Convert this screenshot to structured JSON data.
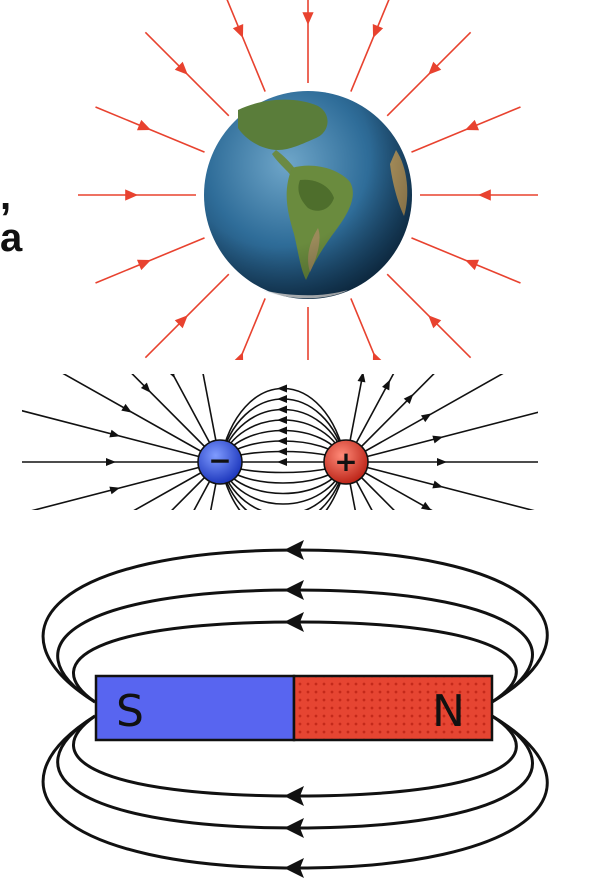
{
  "clipped_text": {
    "line1": ",",
    "line2": "a"
  },
  "gravity_panel": {
    "earth_icon": "earth-globe-icon",
    "arrow_color": "#e8422f",
    "line_count": 16
  },
  "dipole_panel": {
    "negative_charge": {
      "symbol": "−",
      "color": "#2c4fe0"
    },
    "positive_charge": {
      "symbol": "+",
      "color": "#e03a2a"
    }
  },
  "magnet_panel": {
    "south_pole": {
      "label": "S",
      "color": "#5865f0"
    },
    "north_pole": {
      "label": "N",
      "color": "#e64532"
    }
  }
}
